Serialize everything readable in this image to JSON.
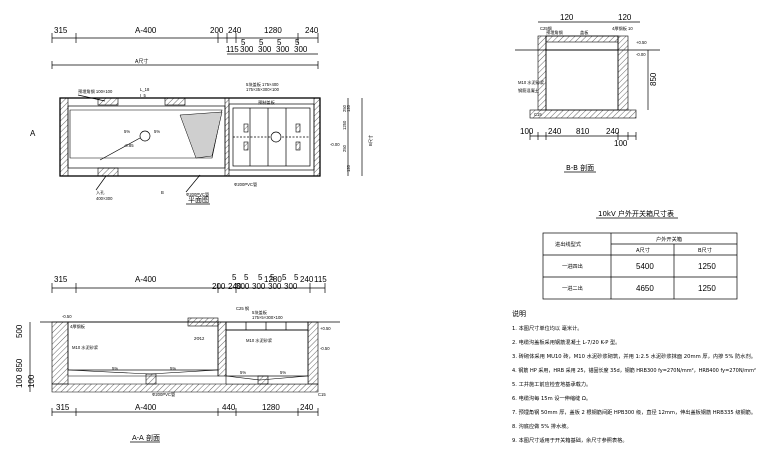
{
  "plan_view": {
    "title": "平面图",
    "top_dims": [
      "315",
      "A-400",
      "200",
      "240",
      "1280",
      "240"
    ],
    "sub_dims": [
      "115",
      "300",
      "300",
      "300",
      "300",
      "5",
      "5",
      "5",
      "5"
    ],
    "overall_label": "A尺寸",
    "labels": {
      "frame": "预埋角钢 100×100",
      "l_beam": "L_18",
      "i5": "I_5",
      "cover": "5块盖板 175×400",
      "cover2": "175×35×300×100",
      "cover3": "预制盖板",
      "pipe_in": "Φ200PVC管",
      "pipe_out": "Φ200PVC管",
      "slope1": "5%",
      "slope2": "5%",
      "elev": "-0.85",
      "elev_r": "-0.00",
      "hole": "入孔",
      "hole_size": "400×300",
      "mark_a_left": "A",
      "mark_b": "B",
      "side_dims": [
        "120",
        "120",
        "250",
        "1250",
        "250"
      ],
      "side_label": "B尺寸"
    }
  },
  "section_aa": {
    "title": "A-A 剖面",
    "top_dims": [
      "315",
      "A-400",
      "200",
      "240",
      "1280",
      "240",
      "115"
    ],
    "sub_dims": [
      "5",
      "5",
      "300",
      "300",
      "300",
      "300",
      "5",
      "5",
      "5",
      "5"
    ],
    "bottom_dims": [
      "315",
      "A-400",
      "440",
      "1280",
      "240"
    ],
    "left_dims": [
      "500",
      "850",
      "100",
      "100"
    ],
    "labels": {
      "elev_top": "-0.50",
      "top_plate": "4厚钢板",
      "cover": "5块盖板",
      "cover2": "175×5×300×100",
      "beam": "C25 钢",
      "bar": "2Φ12",
      "steel1": "M10 水泥砂浆",
      "steel2": "M10 水泥砂浆",
      "slope1": "5%",
      "slope2": "5%",
      "slope3": "5%",
      "slope4": "5%",
      "pipe": "Φ200PVC管",
      "elev_r": "+0.50",
      "elev_r2": "-0.50",
      "c15": "C15"
    }
  },
  "section_bb": {
    "title": "B-B 剖面",
    "top_dims": [
      "120",
      "120"
    ],
    "bottom_dims": [
      "100",
      "240",
      "810",
      "240",
      "100"
    ],
    "left_dims": [
      "850"
    ],
    "labels": {
      "c25": "C25钢",
      "plate": "预埋角钢",
      "cover": "盖板",
      "steel": "4厚钢板 10",
      "elev1": "+0.50",
      "elev2": "-0.00",
      "wall": "M10 水泥砂浆",
      "wall2": "钢筋混凝土",
      "c15": "C15"
    }
  },
  "table": {
    "title": "10kV 户外开关箱尺寸表",
    "headers": [
      "进出线型式",
      "户外开关箱"
    ],
    "subheaders": [
      "A尺寸",
      "B尺寸"
    ],
    "rows": [
      [
        "一进四出",
        "5400",
        "1250"
      ],
      [
        "一进二出",
        "4650",
        "1250"
      ]
    ]
  },
  "notes": {
    "heading": "说明",
    "items": [
      "1. 本图尺寸单位均以 毫米计。",
      "2. 电缆沟盖板采用钢筋混凝土 L-7/20 K-P 型。",
      "3. 砖砌体采用 MU10 砖，M10 水泥砂浆砌筑，并用 1:2.5 水泥砂浆抹面 20mm 厚，内掺 5% 防水剂。",
      "4. 钢筋 HP 采用，HRB 采用 25，锚固长度 35d，钢筋 HRB300 fy=270N/mm²，HRB400 fy=270N/mm²",
      "5. 工井施工前应检查地基承载力。",
      "6. 电缆沟每 15m 设一伸缩缝 Ω。",
      "7. 预埋角钢 50mm 厚，盖板 2 根钢筋间距 HPB300 级，直径 12mm，伸出盖板钢筋 HRB335 级钢筋。",
      "8. 沟底应做 5% 排水坡。",
      "9. 本图尺寸适用于开关箱基础，余尺寸参照表格。"
    ]
  }
}
